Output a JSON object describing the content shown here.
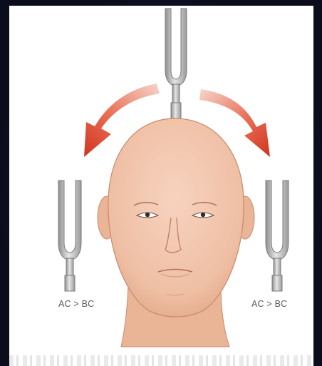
{
  "labels": {
    "left": "AC > BC",
    "right": "AC > BC"
  },
  "colors": {
    "background": "#0f1022",
    "panel": "#ffffff",
    "arrow": "#d9432f",
    "skin": "#f3c7b0",
    "fork": "#b9b9b9"
  },
  "icons": {
    "top_fork": "tuning-fork-icon",
    "left_fork": "tuning-fork-icon",
    "right_fork": "tuning-fork-icon",
    "left_arrow": "curved-arrow-left-icon",
    "right_arrow": "curved-arrow-right-icon",
    "head": "head-illustration"
  }
}
